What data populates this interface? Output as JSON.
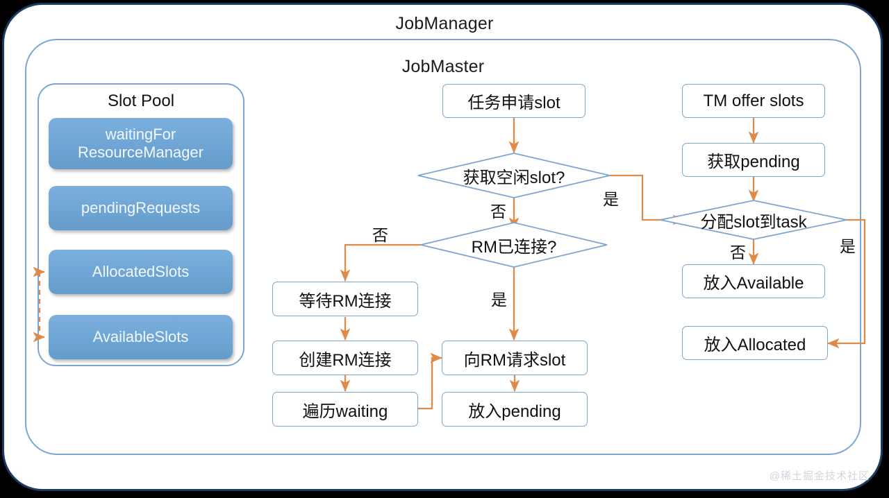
{
  "diagram": {
    "outer_title": "JobManager",
    "inner_title": "JobMaster",
    "watermark": "@稀土掘金技术社区",
    "colors": {
      "outer_border": "#1d3a64",
      "inner_border": "#7ca6d2",
      "node_border": "#7ca6d2",
      "slot_box_fill": "#6fa5d4",
      "connector": "#e08a48",
      "background": "#ffffff"
    }
  },
  "slot_pool": {
    "title": "Slot Pool",
    "items": [
      {
        "label": "waitingFor\nResourceManager",
        "line1": "waitingFor",
        "line2": "ResourceManager"
      },
      {
        "label": "pendingRequests"
      },
      {
        "label": "AllocatedSlots"
      },
      {
        "label": "AvailableSlots"
      }
    ]
  },
  "nodes": {
    "task_request_slot": "任务申请slot",
    "get_free_slot": "获取空闲slot?",
    "rm_connected": "RM已连接?",
    "wait_rm_connect": "等待RM连接",
    "create_rm_connect": "创建RM连接",
    "traverse_waiting": "遍历waiting",
    "request_slot_from_rm": "向RM请求slot",
    "put_into_pending": "放入pending",
    "tm_offer_slots": "TM offer slots",
    "get_pending": "获取pending",
    "assign_slot_to_task": "分配slot到task",
    "put_into_available": "放入Available",
    "put_into_allocated": "放入Allocated"
  },
  "edge_labels": {
    "free_slot_yes": "是",
    "free_slot_no": "否",
    "rm_connected_no": "否",
    "rm_connected_yes": "是",
    "assign_no": "否",
    "assign_yes": "是"
  }
}
